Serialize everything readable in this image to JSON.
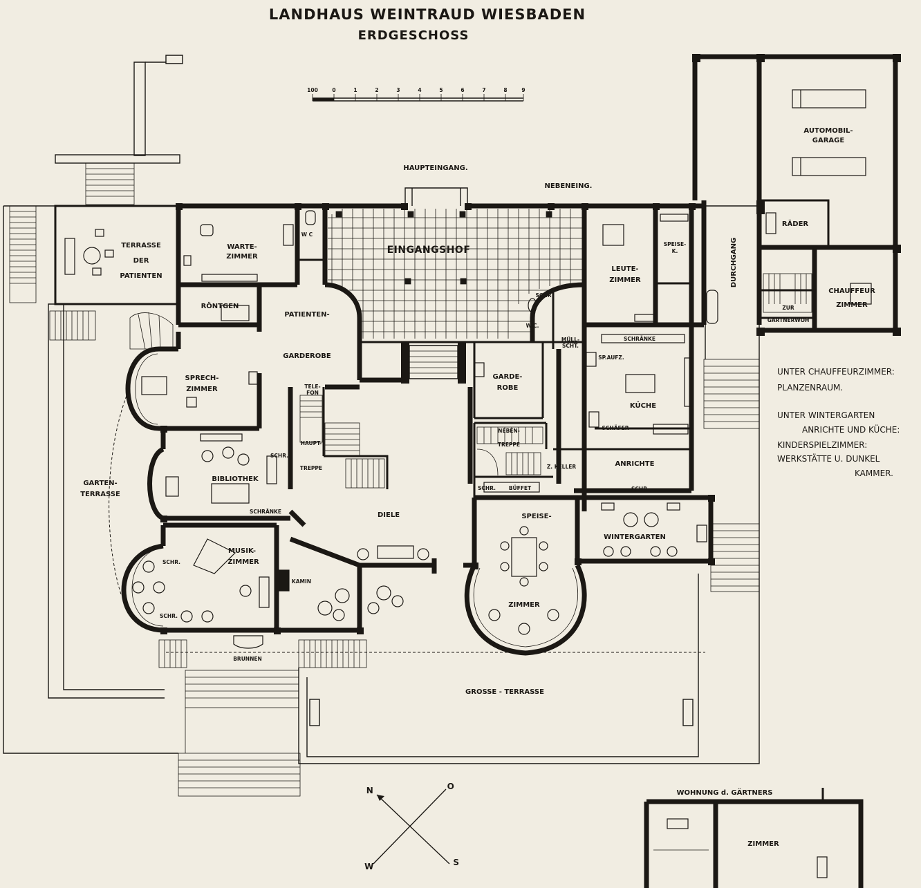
{
  "title": "LANDHAUS WEINTRAUD WIESBADEN",
  "subtitle": "ERDGESCHOSS",
  "scale_bar": {
    "labels": [
      "100",
      "0",
      "1",
      "2",
      "3",
      "4",
      "5",
      "6",
      "7",
      "8",
      "9"
    ]
  },
  "entrances": {
    "main": "HAUPTEINGANG.",
    "side": "NEBENEING."
  },
  "rooms": {
    "terrasse_patienten": [
      "TERRASSE",
      "DER",
      "PATIENTEN"
    ],
    "wartezimmer": [
      "WARTE-",
      "ZIMMER"
    ],
    "wc_left": "W C",
    "eingangshof": "EINGANGSHOF",
    "leutezimmer": [
      "LEUTE-",
      "ZIMMER"
    ],
    "speisekammer": [
      "SPEISE-",
      "K."
    ],
    "durchgang": "DURCHGANG",
    "garage": [
      "AUTOMOBIL-",
      "GARAGE"
    ],
    "raeder": "RÄDER",
    "chauffeur": [
      "CHAUFFEUR",
      "ZIMMER"
    ],
    "zur_gaertnerwohnung": [
      "ZUR",
      "GÄRTNERWOH"
    ],
    "roentgen": "RÖNTGEN",
    "patienten_garderobe": [
      "PATIENTEN-",
      "GARDEROBE"
    ],
    "sprechzimmer": [
      "SPRECH-",
      "ZIMMER"
    ],
    "telefon": [
      "TELE-",
      "FON"
    ],
    "haupttreppe": [
      "HAUPT-",
      "TREPPE"
    ],
    "garderobe": [
      "GARDE-",
      "ROBE"
    ],
    "wc_right": "W.C.",
    "schr_small": "SCHR",
    "muell": [
      "MÜLL-",
      "SCHT."
    ],
    "kueche": "KÜCHE",
    "schraenke": "SCHRÄNKE",
    "speiseaufzug": "SP.AUFZ.",
    "schaefer": "SCHÄFER",
    "nebentreppe": [
      "NEBEN-",
      "TREPPE"
    ],
    "z_keller": "Z. KELLER",
    "anrichte": "ANRICHTE",
    "bibliothek": "BIBLIOTHEK",
    "schraenke_bib": "SCHRÄNKE",
    "schr_bib": "SCHR.",
    "diele": "DIELE",
    "buffet": "BÜFFET",
    "schr_buffet": "SCHR.",
    "speisezimmer_top": "SPEISE-",
    "speisezimmer_bottom": "ZIMMER",
    "wintergarten": "WINTERGARTEN",
    "schr_winter": "SCHR.",
    "gartenterrasse": [
      "GARTEN-",
      "TERRASSE"
    ],
    "musikzimmer": [
      "MUSIK-",
      "ZIMMER"
    ],
    "schr_musik": "SCHR.",
    "schr_musik2": "SCHR.",
    "kamin": "KAMIN",
    "brunnen": "BRUNNEN",
    "grosse_terrasse": "GROSSE - TERRASSE",
    "wohnung_gaertners": "WOHNUNG d. GÄRTNERS",
    "zimmer_gaertner": "ZIMMER"
  },
  "notes": [
    "UNTER CHAUFFEURZIMMER:",
    "PLANZENRAUM.",
    "UNTER WINTERGARTEN",
    "ANRICHTE UND KÜCHE:",
    "KINDERSPIELZIMMER:",
    "WERKSTÄTTE U. DUNKEL",
    "KAMMER."
  ],
  "compass": {
    "n": "N",
    "o": "O",
    "s": "S",
    "w": "W"
  },
  "colors": {
    "paper": "#f1ede2",
    "ink": "#1b1814"
  }
}
